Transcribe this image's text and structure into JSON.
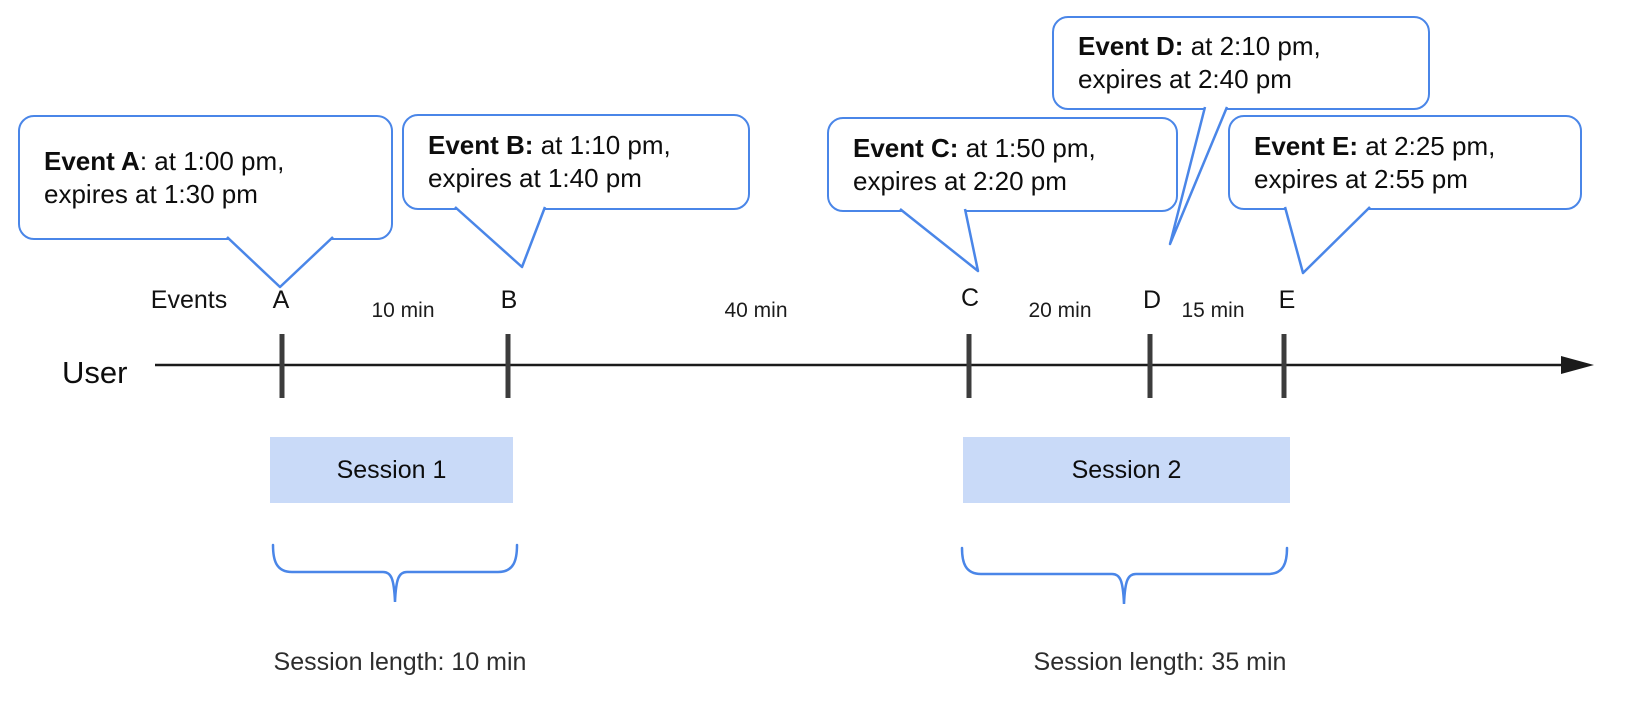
{
  "diagram": {
    "actor_label": "User",
    "axis_label": "Events"
  },
  "bubbles": [
    {
      "title": "Event A",
      "title_suffix": ": at 1:00 pm,",
      "line2": "expires at 1:30 pm"
    },
    {
      "title": "Event B:",
      "title_suffix": " at 1:10 pm,",
      "line2": "expires at 1:40 pm"
    },
    {
      "title": "Event C:",
      "title_suffix": " at 1:50 pm,",
      "line2": "expires at 2:20 pm"
    },
    {
      "title": "Event D:",
      "title_suffix": " at 2:10 pm,",
      "line2": "expires at 2:40 pm"
    },
    {
      "title": "Event E:",
      "title_suffix": " at 2:25 pm,",
      "line2": "expires at 2:55 pm"
    }
  ],
  "events": [
    "A",
    "B",
    "C",
    "D",
    "E"
  ],
  "intervals": [
    "10 min",
    "40 min",
    "20 min",
    "15 min"
  ],
  "sessions": [
    {
      "label": "Session 1",
      "length_label": "Session length: 10 min"
    },
    {
      "label": "Session 2",
      "length_label": "Session length: 35 min"
    }
  ],
  "colors": {
    "bubble_border": "#4a86e8",
    "session_fill": "#c9daf8",
    "brace": "#4a86e8",
    "axis": "#1b1b1b",
    "tick": "#3c3c3c"
  }
}
